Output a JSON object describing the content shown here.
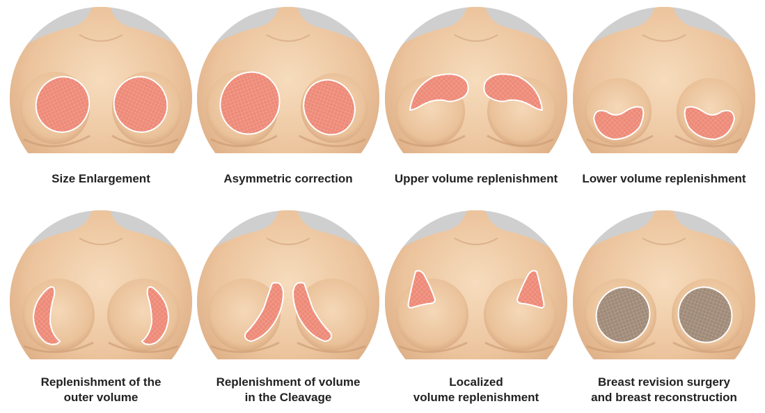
{
  "panels": [
    {
      "caption": [
        "Size Enlargement"
      ],
      "highlight": "size-enlargement-area"
    },
    {
      "caption": [
        "Asymmetric correction"
      ],
      "highlight": "asymmetric-correction-area"
    },
    {
      "caption": [
        "Upper volume replenishment"
      ],
      "highlight": "upper-volume-area"
    },
    {
      "caption": [
        "Lower volume replenishment"
      ],
      "highlight": "lower-volume-area"
    },
    {
      "caption": [
        "Replenishment of the",
        "outer volume"
      ],
      "highlight": "outer-volume-area"
    },
    {
      "caption": [
        "Replenishment of volume",
        "in the Cleavage"
      ],
      "highlight": "cleavage-volume-area"
    },
    {
      "caption": [
        "Localized",
        "volume replenishment"
      ],
      "highlight": "localized-volume-area"
    },
    {
      "caption": [
        "Breast revision surgery",
        "and breast reconstruction"
      ],
      "highlight": "revision-reconstruction-area"
    }
  ],
  "colors": {
    "skin_light": "#f3d6b5",
    "skin_mid": "#e7bd93",
    "skin_shadow": "#c99a72",
    "highlight_fill": "#ee8a78",
    "highlight_revision": "#a08a78",
    "outline": "#ffffff",
    "backdrop": "#cfcfcf",
    "caption_text": "#222222"
  }
}
